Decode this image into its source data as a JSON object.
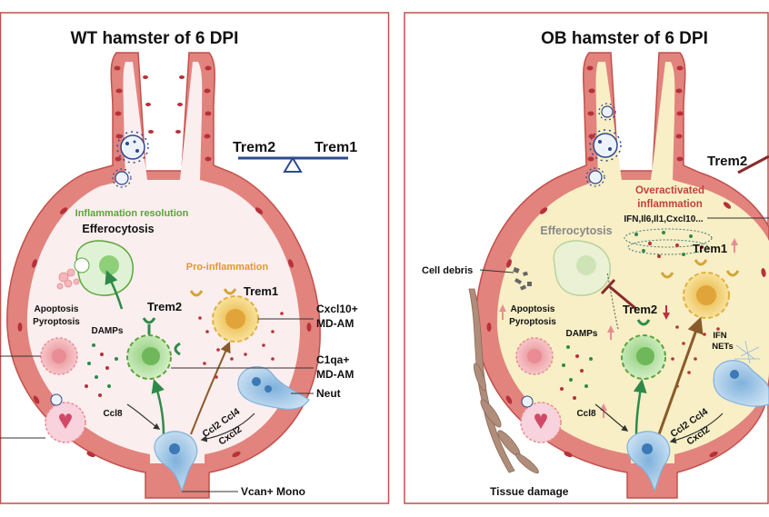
{
  "colors": {
    "panel_border": "#c0504d",
    "epithelium": "#e2837d",
    "epithelium_dark": "#c2504c",
    "nucleus": "#b7313a",
    "wt_bg": "#fbeeee",
    "ob_bg": "#f8efc6",
    "green_title": "#5aa53a",
    "orange_title": "#e09a2a",
    "red_title": "#c4403c",
    "balance": "#2c4a8f",
    "trem_green": "#2f8a4a",
    "trem_gold": "#d3a43a"
  },
  "wt": {
    "title": "WT hamster of 6 DPI",
    "trem2": "Trem2",
    "trem1": "Trem1",
    "inflammation_resolution": "Inflammation resolution",
    "efferocytosis": "Efferocytosis",
    "pro_inflammation": "Pro-inflammation",
    "trem2_cell": "Trem2",
    "trem1_cell": "Trem1",
    "apoptosis": "Apoptosis",
    "pyroptosis": "Pyroptosis",
    "damps": "DAMPs",
    "ccl8": "Ccl8",
    "ccl2_ccl4": "Ccl2 Ccl4",
    "cxcl2": "Cxcl2",
    "cxcl10_a": "Cxcl10+",
    "cxcl10_b": "MD-AM",
    "c1qa_a": "C1qa+",
    "c1qa_b": "MD-AM",
    "neut": "Neut",
    "vcan": "Vcan+ Mono"
  },
  "ob": {
    "title": "OB hamster of 6 DPI",
    "trem2": "Trem2",
    "overactivated_a": "Overactivated",
    "overactivated_b": "inflammation",
    "cytokines": "IFN,Il6,Il1,Cxcl10...",
    "efferocytosis": "Efferocytosis",
    "trem1_cell": "Trem1",
    "trem2_cell": "Trem2",
    "cell_debris": "Cell debris",
    "apoptosis": "Apoptosis",
    "pyroptosis": "Pyroptosis",
    "damps": "DAMPs",
    "ccl8": "Ccl8",
    "ccl2_ccl4": "Ccl2 Ccl4",
    "cxcl2": "Cxcl2",
    "ifn": "IFN",
    "nets": "NETs",
    "tissue_damage": "Tissue damage"
  }
}
